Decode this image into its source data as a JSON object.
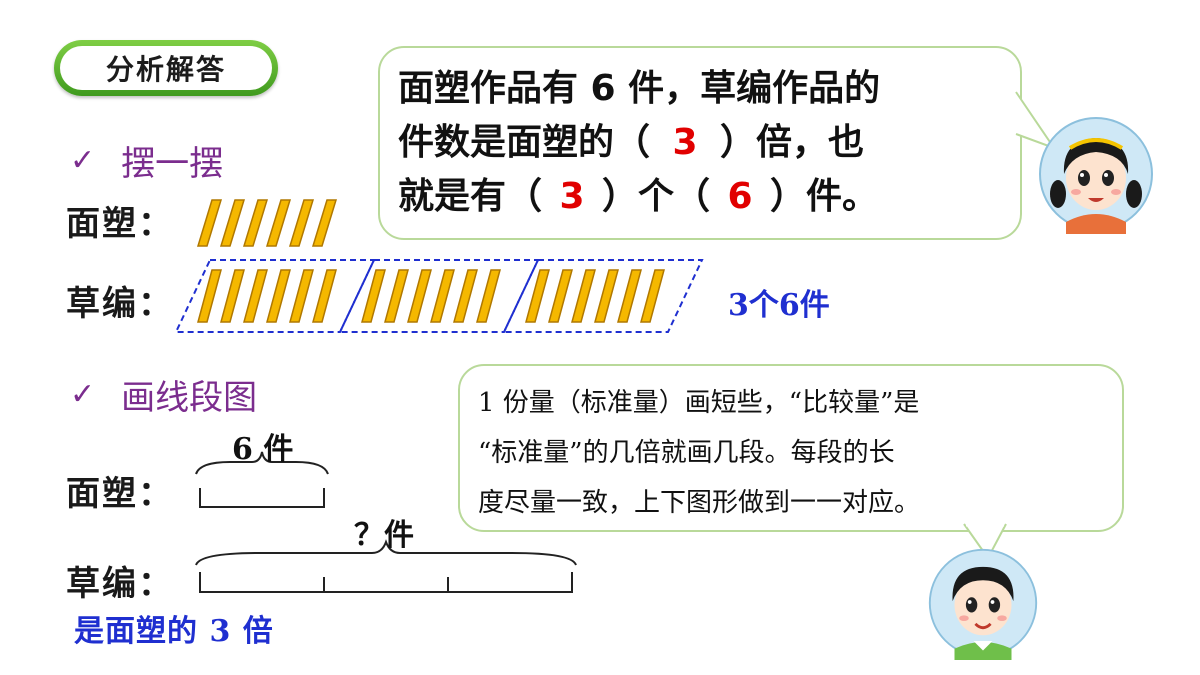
{
  "header": {
    "title": "分析解答"
  },
  "section1": {
    "check": "✓",
    "title": "摆一摆"
  },
  "section2": {
    "check": "✓",
    "title": "画线段图"
  },
  "labels": {
    "mian_su": "面塑：",
    "cao_bian": "草编："
  },
  "sticks": {
    "mian_su_count": 6,
    "cao_bian_groups": 3,
    "per_group": 6,
    "color": "#f5b800",
    "outline": "#b07800"
  },
  "group_caption": "3个6件",
  "segment": {
    "top_label": "6 件",
    "bottom_label": "？件",
    "segments": 3,
    "note": "是面塑的 3 倍"
  },
  "bubble1": {
    "line1": "面塑作品有 6 件，草编作品的",
    "line2a": "件数是面塑的（",
    "ans1": "3",
    "line2b": "）倍，也",
    "line3a": "就是有（",
    "ans2": "3",
    "line3b": "）个（",
    "ans3": "6",
    "line3c": "）件。"
  },
  "bubble2": {
    "line1": "1 份量（标准量）画短些，“比较量”是",
    "line2": "“标准量”的几倍就画几段。每段的长",
    "line3": "度尽量一致，上下图形做到一一对应。"
  },
  "colors": {
    "accent_green": "#5cb82e",
    "purple": "#7b2d8e",
    "blue": "#1f2fd0",
    "red": "#e10000"
  }
}
